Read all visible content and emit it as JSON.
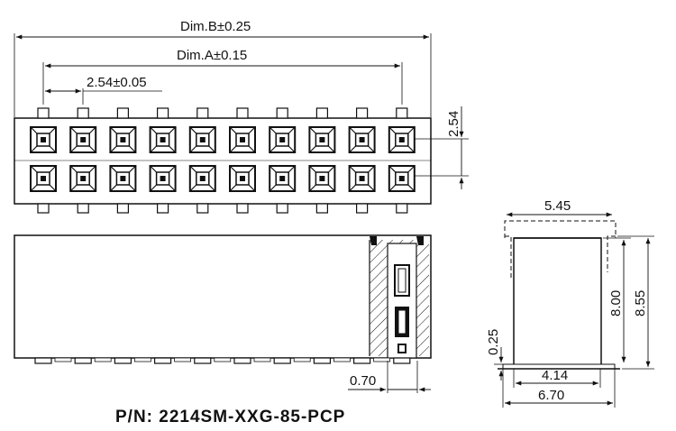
{
  "dimensions": {
    "dim_b": "Dim.B±0.25",
    "dim_a": "Dim.A±0.15",
    "pitch": "2.54±0.05",
    "row_pitch": "2.54",
    "side_offset": "0.70",
    "end_width_top": "5.45",
    "end_height_inner": "8.00",
    "end_height_total": "8.55",
    "end_standoff": "0.25",
    "end_pad_span": "4.14",
    "end_base_width": "6.70"
  },
  "part_number": "P/N: 2214SM-XXG-85-PCP",
  "connector": {
    "positions_per_row": 10,
    "rows": 2
  },
  "colors": {
    "line": "#111111",
    "body_fill": "#ffffff"
  }
}
